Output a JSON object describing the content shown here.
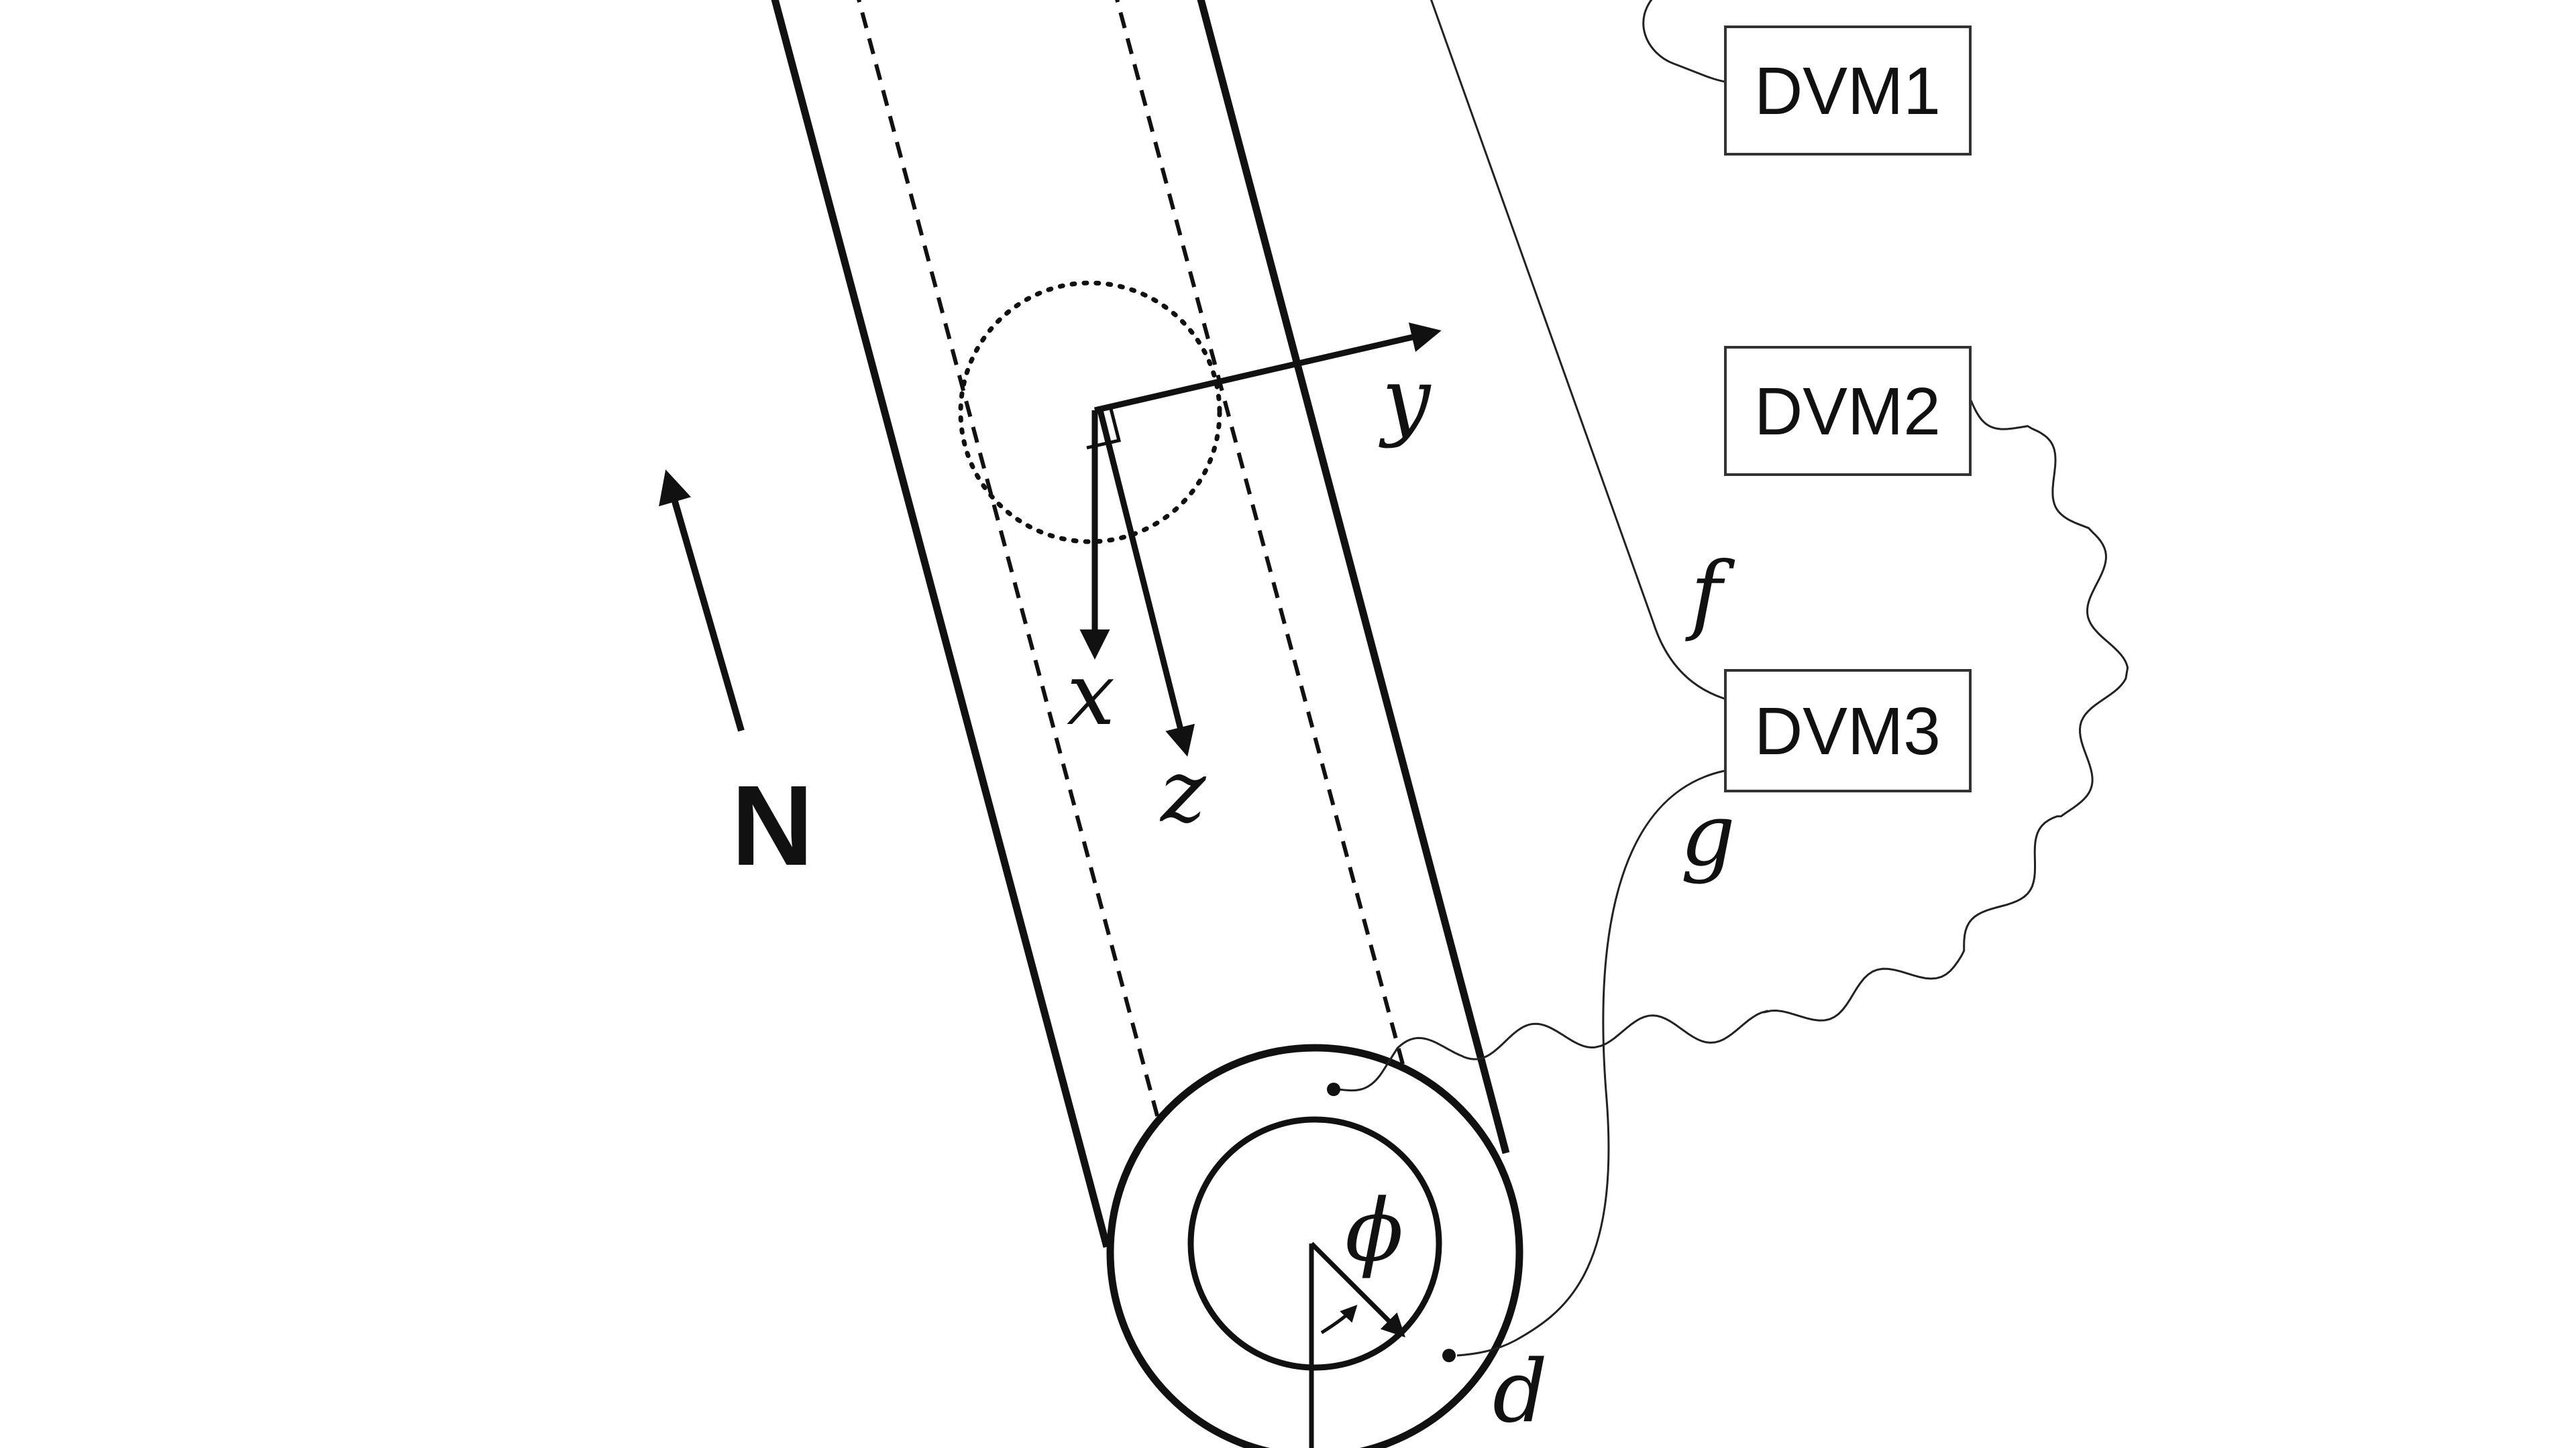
{
  "figure": {
    "instruments": [
      {
        "id": "dvm1",
        "label": "DVM1"
      },
      {
        "id": "dvm2",
        "label": "DVM2"
      },
      {
        "id": "dvm3",
        "label": "DVM3"
      }
    ],
    "axes": {
      "x": "x",
      "y": "y",
      "z": "z"
    },
    "north": "N",
    "angle": "ϕ",
    "leads": {
      "d": "d",
      "f": "f",
      "g": "g"
    }
  }
}
